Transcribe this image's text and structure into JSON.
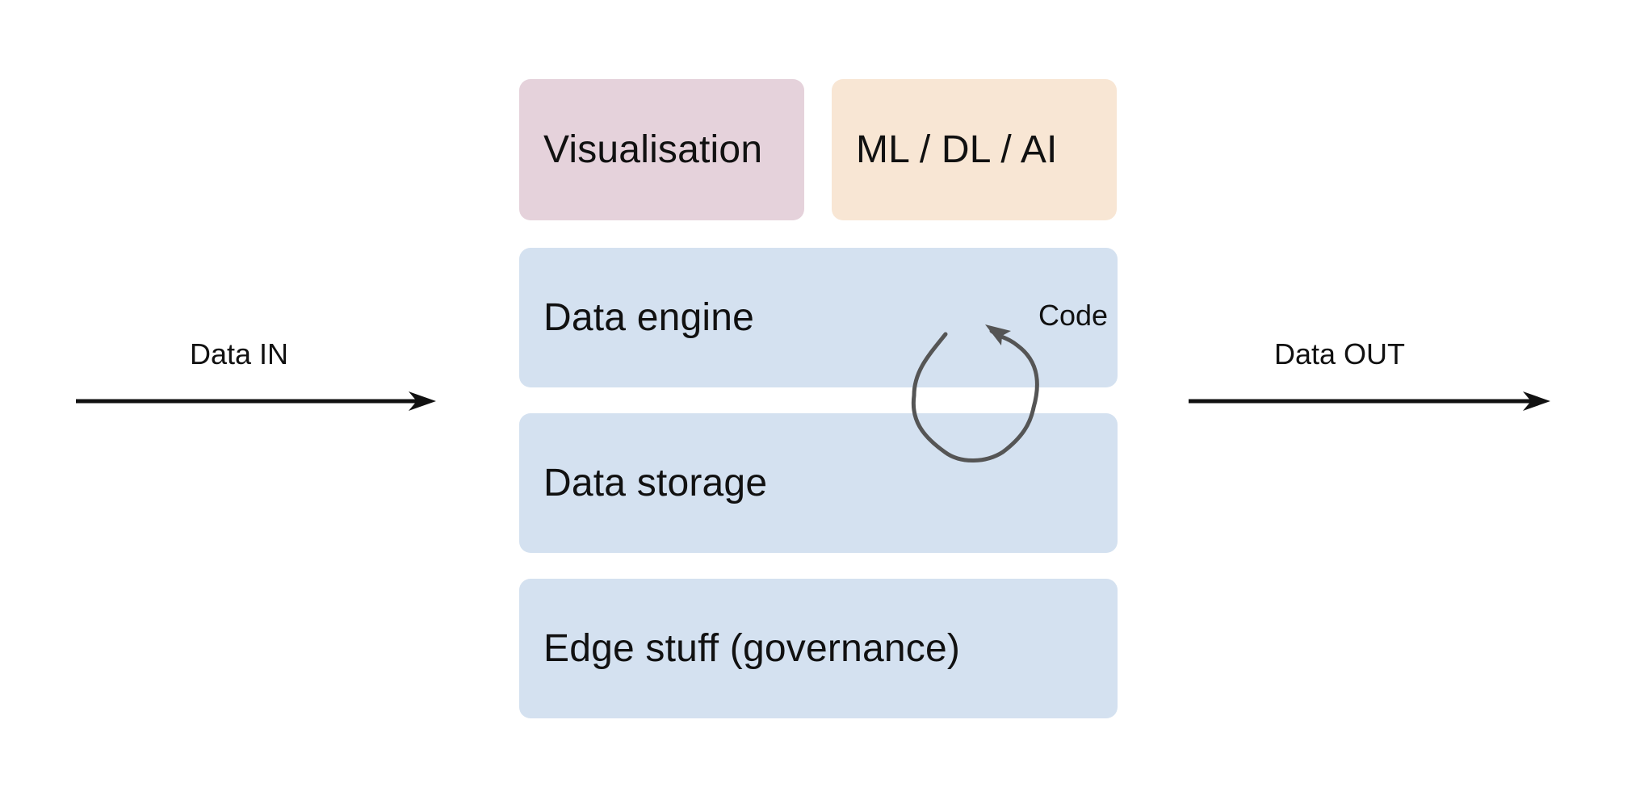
{
  "blocks": {
    "visualisation": {
      "label": "Visualisation",
      "color": "#e5d2db"
    },
    "ml": {
      "label": "ML / DL / AI",
      "color": "#f8e6d4"
    },
    "engine": {
      "label": "Data engine",
      "color": "#d4e1f0"
    },
    "storage": {
      "label": "Data storage",
      "color": "#d4e1f0"
    },
    "edge": {
      "label": "Edge stuff (governance)",
      "color": "#d4e1f0"
    }
  },
  "flows": {
    "in_label": "Data IN",
    "out_label": "Data OUT",
    "arrow_color": "#111111"
  },
  "loop": {
    "label": "Code",
    "color": "#555555",
    "icon": "circular-arrow-icon"
  }
}
